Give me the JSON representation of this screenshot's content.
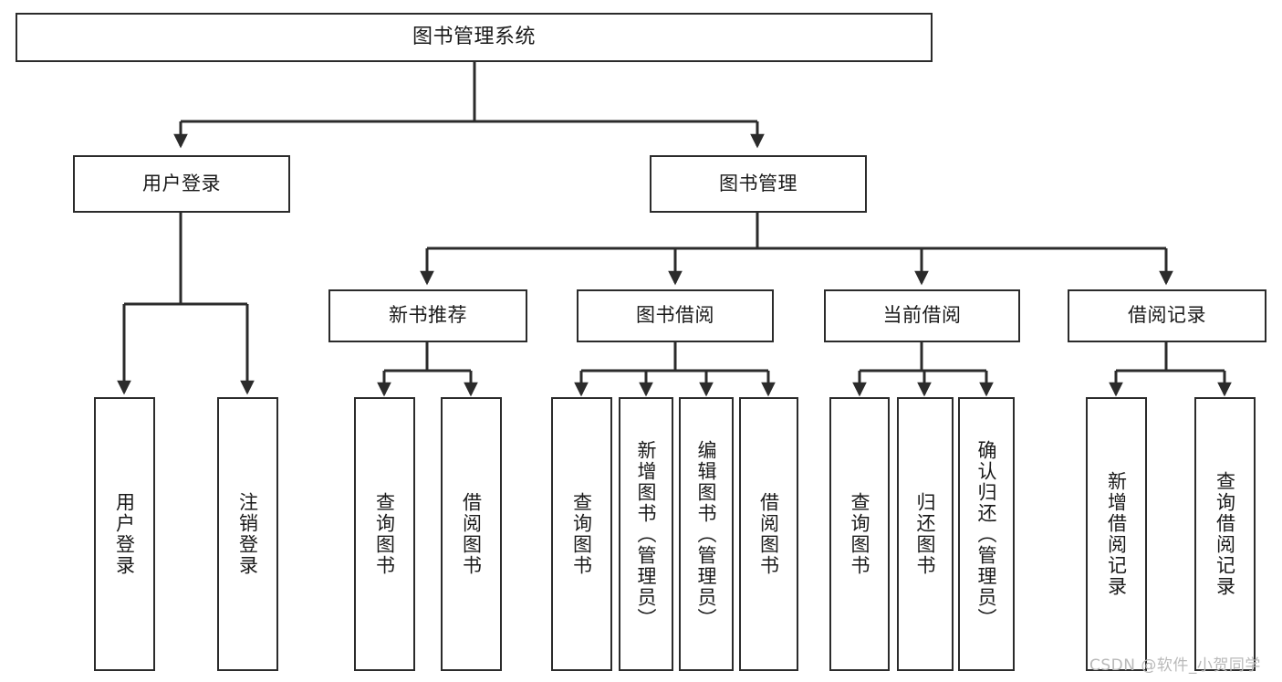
{
  "diagram": {
    "type": "tree-hierarchy-chart",
    "title": "图书管理系统",
    "watermark": "CSDN @软件_小贺同学",
    "colors": {
      "stroke": "#2b2b2b",
      "fill": "#ffffff",
      "text": "#1a1a1a",
      "watermark": "#b9b9b9"
    },
    "nodes": {
      "root": {
        "label": "图书管理系统"
      },
      "level1": [
        {
          "id": "user-login",
          "label": "用户登录"
        },
        {
          "id": "book-management",
          "label": "图书管理"
        }
      ],
      "level2": [
        {
          "id": "new-book-recommend",
          "label": "新书推荐"
        },
        {
          "id": "book-borrow",
          "label": "图书借阅"
        },
        {
          "id": "current-borrow",
          "label": "当前借阅"
        },
        {
          "id": "borrow-record",
          "label": "借阅记录"
        }
      ],
      "leaves": {
        "user-login": [
          {
            "id": "leaf-user-login",
            "label": "用户登录"
          },
          {
            "id": "leaf-logout-login",
            "label": "注销登录"
          }
        ],
        "new-book-recommend": [
          {
            "id": "leaf-query-book-1",
            "label": "查询图书"
          },
          {
            "id": "leaf-borrow-book-1",
            "label": "借阅图书"
          }
        ],
        "book-borrow": [
          {
            "id": "leaf-query-book-2",
            "label": "查询图书"
          },
          {
            "id": "leaf-add-book",
            "label": "新增图书（管理员）"
          },
          {
            "id": "leaf-edit-book",
            "label": "编辑图书（管理员）"
          },
          {
            "id": "leaf-borrow-book-2",
            "label": "借阅图书"
          }
        ],
        "current-borrow": [
          {
            "id": "leaf-query-book-3",
            "label": "查询图书"
          },
          {
            "id": "leaf-return-book",
            "label": "归还图书"
          },
          {
            "id": "leaf-confirm-return",
            "label": "确认归还（管理员）"
          }
        ],
        "borrow-record": [
          {
            "id": "leaf-add-record",
            "label": "新增借阅记录"
          },
          {
            "id": "leaf-query-record",
            "label": "查询借阅记录"
          }
        ]
      }
    }
  }
}
